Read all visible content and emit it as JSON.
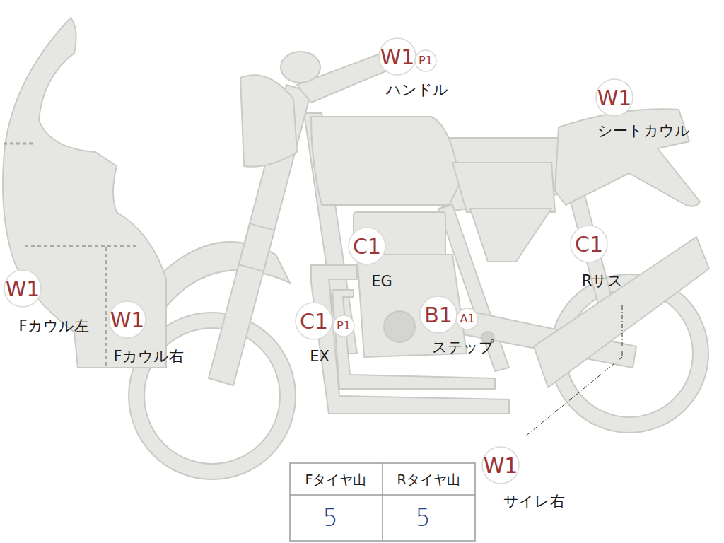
{
  "diagram": {
    "labels": [
      "W1",
      "P1",
      "ハンドル",
      "W1",
      "シートカウル",
      "C1",
      "EG",
      "C1",
      "Rサス",
      "W1",
      "Fカウル左",
      "W1",
      "Fカウル右",
      "C1",
      "P1",
      "EX",
      "B1",
      "A1",
      "ステップ",
      "W1",
      "サイレ右",
      "Fタイヤ山",
      "Rタイヤ山",
      "5",
      "5"
    ]
  }
}
